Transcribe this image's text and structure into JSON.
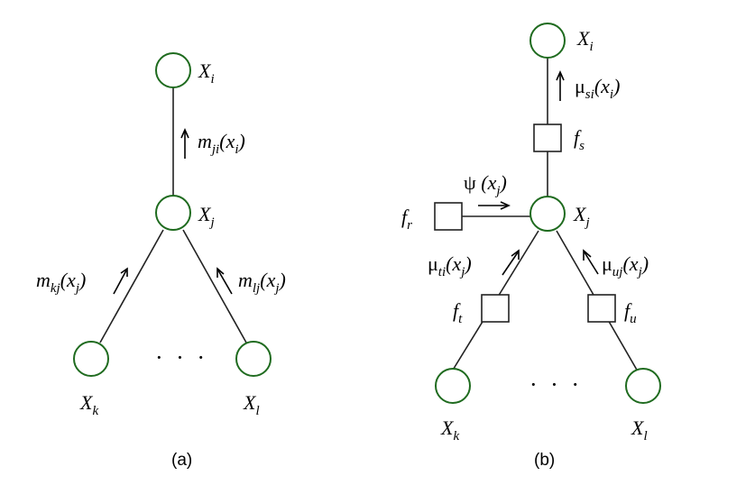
{
  "panel_a": {
    "caption": "(a)",
    "nodes": {
      "xi": {
        "base": "X",
        "sub": "i"
      },
      "xj": {
        "base": "X",
        "sub": "j"
      },
      "xk": {
        "base": "X",
        "sub": "k"
      },
      "xl": {
        "base": "X",
        "sub": "l"
      }
    },
    "messages": {
      "mji": {
        "base": "m",
        "sub": "ji",
        "arg_open": "(",
        "arg_base": "x",
        "arg_sub": "i",
        "arg_close": ")"
      },
      "mkj": {
        "base": "m",
        "sub": "kj",
        "arg_open": "(",
        "arg_base": "x",
        "arg_sub": "j",
        "arg_close": ")"
      },
      "mlj": {
        "base": "m",
        "sub": "lj",
        "arg_open": "(",
        "arg_base": "x",
        "arg_sub": "j",
        "arg_close": ")"
      }
    },
    "ellipsis": "· · ·"
  },
  "panel_b": {
    "caption": "(b)",
    "nodes": {
      "xi": {
        "base": "X",
        "sub": "i"
      },
      "xj": {
        "base": "X",
        "sub": "j"
      },
      "xk": {
        "base": "X",
        "sub": "k"
      },
      "xl": {
        "base": "X",
        "sub": "l"
      }
    },
    "factors": {
      "fs": {
        "base": "f",
        "sub": "s"
      },
      "fr": {
        "base": "f",
        "sub": "r"
      },
      "ft": {
        "base": "f",
        "sub": "t"
      },
      "fu": {
        "base": "f",
        "sub": "u"
      }
    },
    "messages": {
      "musi": {
        "base": "μ",
        "sub": "si",
        "arg_open": "(",
        "arg_base": "x",
        "arg_sub": "i",
        "arg_close": ")"
      },
      "psi": {
        "base": "ψ",
        "sub": "",
        "arg_open": " (",
        "arg_base": "x",
        "arg_sub": "j",
        "arg_close": ")"
      },
      "muti": {
        "base": "μ",
        "sub": "ti",
        "arg_open": "(",
        "arg_base": "x",
        "arg_sub": "j",
        "arg_close": ")"
      },
      "muuj": {
        "base": "μ",
        "sub": "uj",
        "arg_open": "(",
        "arg_base": "x",
        "arg_sub": "j",
        "arg_close": ")"
      }
    },
    "ellipsis": "· · ·"
  }
}
